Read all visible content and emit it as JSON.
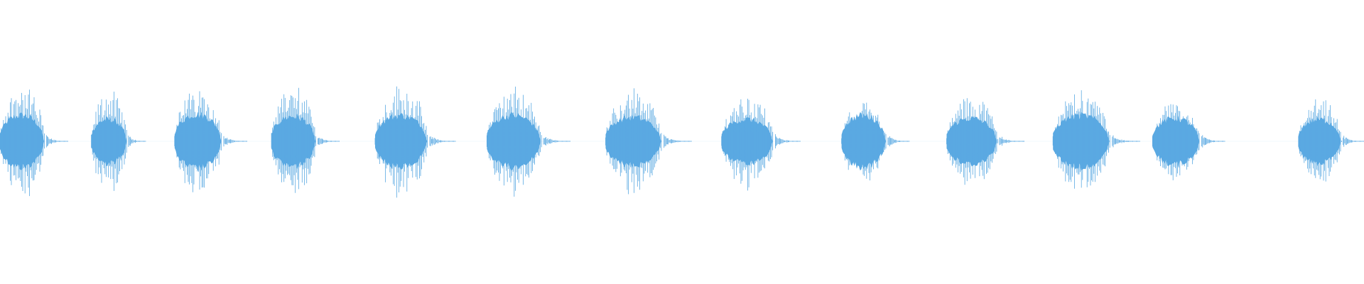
{
  "colors": {
    "background": "#ffffff",
    "waveform": "#5aa9e2"
  },
  "waveform": {
    "segments": [
      {
        "start": 0.0,
        "end": 0.05,
        "peak": 0.61,
        "body": 0.26
      },
      {
        "start": 0.067,
        "end": 0.107,
        "peak": 0.55,
        "body": 0.22
      },
      {
        "start": 0.128,
        "end": 0.181,
        "peak": 0.59,
        "body": 0.27
      },
      {
        "start": 0.199,
        "end": 0.249,
        "peak": 0.58,
        "body": 0.25
      },
      {
        "start": 0.275,
        "end": 0.334,
        "peak": 0.61,
        "body": 0.26
      },
      {
        "start": 0.357,
        "end": 0.418,
        "peak": 0.58,
        "body": 0.26
      },
      {
        "start": 0.444,
        "end": 0.507,
        "peak": 0.57,
        "body": 0.24
      },
      {
        "start": 0.529,
        "end": 0.587,
        "peak": 0.52,
        "body": 0.22
      },
      {
        "start": 0.617,
        "end": 0.667,
        "peak": 0.45,
        "body": 0.26
      },
      {
        "start": 0.694,
        "end": 0.751,
        "peak": 0.51,
        "body": 0.23
      },
      {
        "start": 0.772,
        "end": 0.836,
        "peak": 0.54,
        "body": 0.26
      },
      {
        "start": 0.845,
        "end": 0.898,
        "peak": 0.42,
        "body": 0.23
      },
      {
        "start": 0.952,
        "end": 1.0,
        "peak": 0.45,
        "body": 0.22
      }
    ]
  }
}
